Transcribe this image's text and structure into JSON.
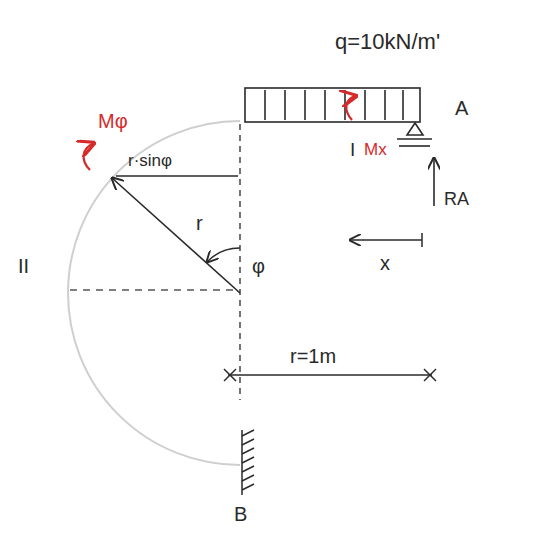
{
  "diagram": {
    "labels": [
      "q=10kN/m'",
      "A",
      "Mφ",
      "r·sinφ",
      "I",
      "Mx",
      "RA",
      "r",
      "φ",
      "II",
      "x",
      "r=1m",
      "B"
    ]
  }
}
